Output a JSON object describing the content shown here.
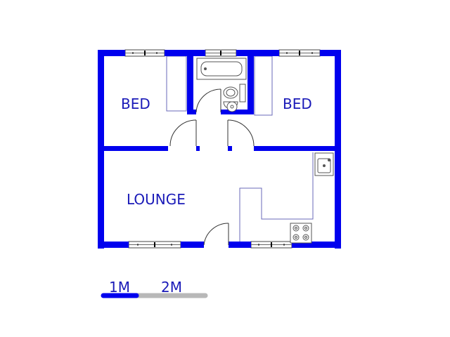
{
  "rooms": {
    "bed_left": "BED",
    "bed_right": "BED",
    "lounge": "LOUNGE"
  },
  "scale": {
    "label_1": "1M",
    "label_2": "2M"
  },
  "colors": {
    "wall": "#0000ee",
    "fixture_line": "#6a6ab8",
    "scale_blue": "#0000ee",
    "scale_grey": "#b8b8b8"
  }
}
